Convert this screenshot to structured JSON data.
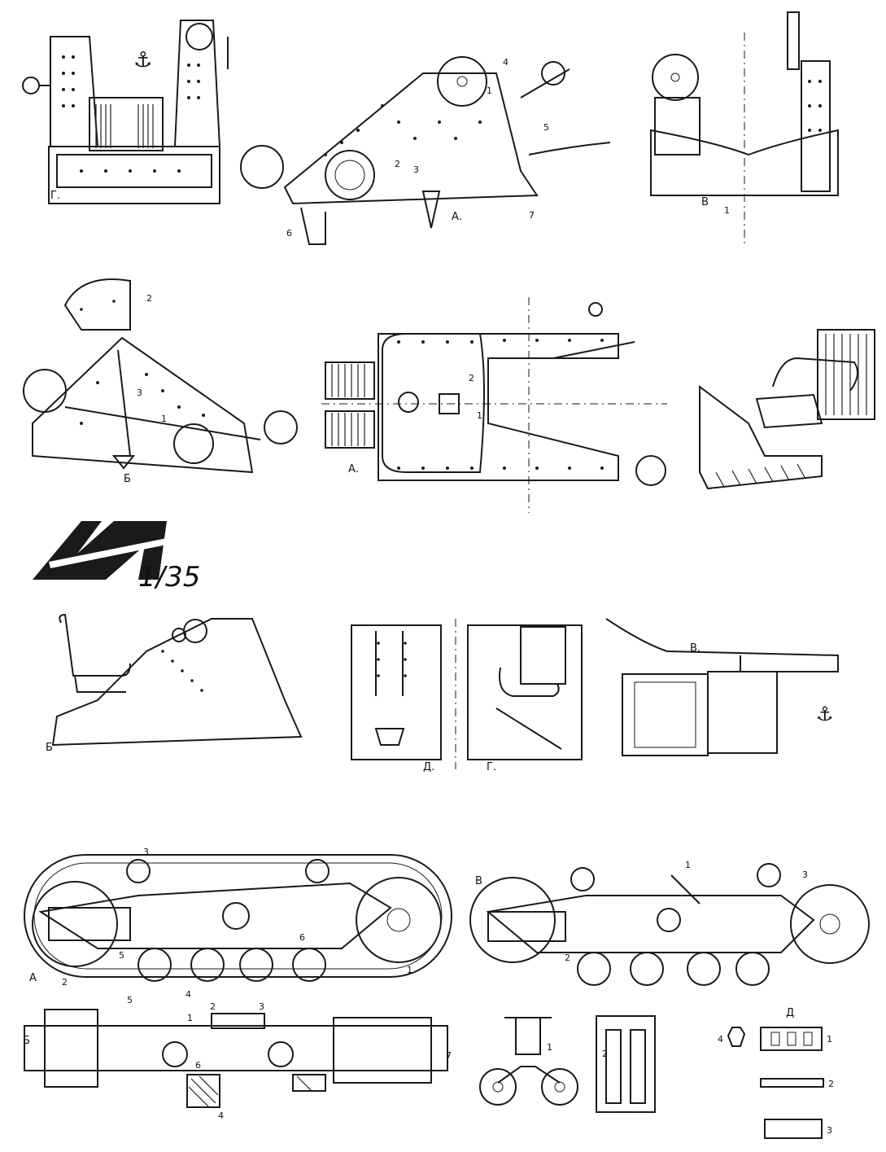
{
  "logo": {
    "scale": "1/35"
  },
  "symbols": {
    "anchor": "⚓"
  },
  "drawings": {
    "top_left": {
      "view": "Г."
    },
    "top_mid": {
      "view": "А.",
      "parts": [
        "4",
        "5",
        "1",
        "2",
        "3",
        "6",
        "7"
      ]
    },
    "top_right": {
      "view": "В",
      "parts": [
        "1"
      ]
    },
    "mid_left": {
      "view": "Б",
      "parts": [
        "2",
        "3",
        "1"
      ]
    },
    "mid_center": {
      "view": "А.",
      "parts": [
        "2",
        "1"
      ]
    },
    "seat_b": {
      "view": "Б"
    },
    "seat_d": {
      "view": "Д."
    },
    "seat_g": {
      "view": "Г."
    },
    "seat_v": {
      "view": "В."
    },
    "track_a": {
      "view": "А",
      "parts": [
        "3",
        "5",
        "6",
        "2",
        "4",
        "1"
      ]
    },
    "track_v": {
      "view": "В",
      "parts": [
        "1",
        "3",
        "2"
      ]
    },
    "track_b": {
      "view": "Б",
      "parts": [
        "5",
        "2",
        "3",
        "1",
        "6",
        "7",
        "4"
      ]
    },
    "bogie": {
      "parts": [
        "1"
      ]
    },
    "bogie_side": {
      "parts": [
        "2"
      ]
    },
    "links": {
      "view": "Д",
      "parts": [
        "4",
        "1",
        "2",
        "3"
      ]
    }
  }
}
